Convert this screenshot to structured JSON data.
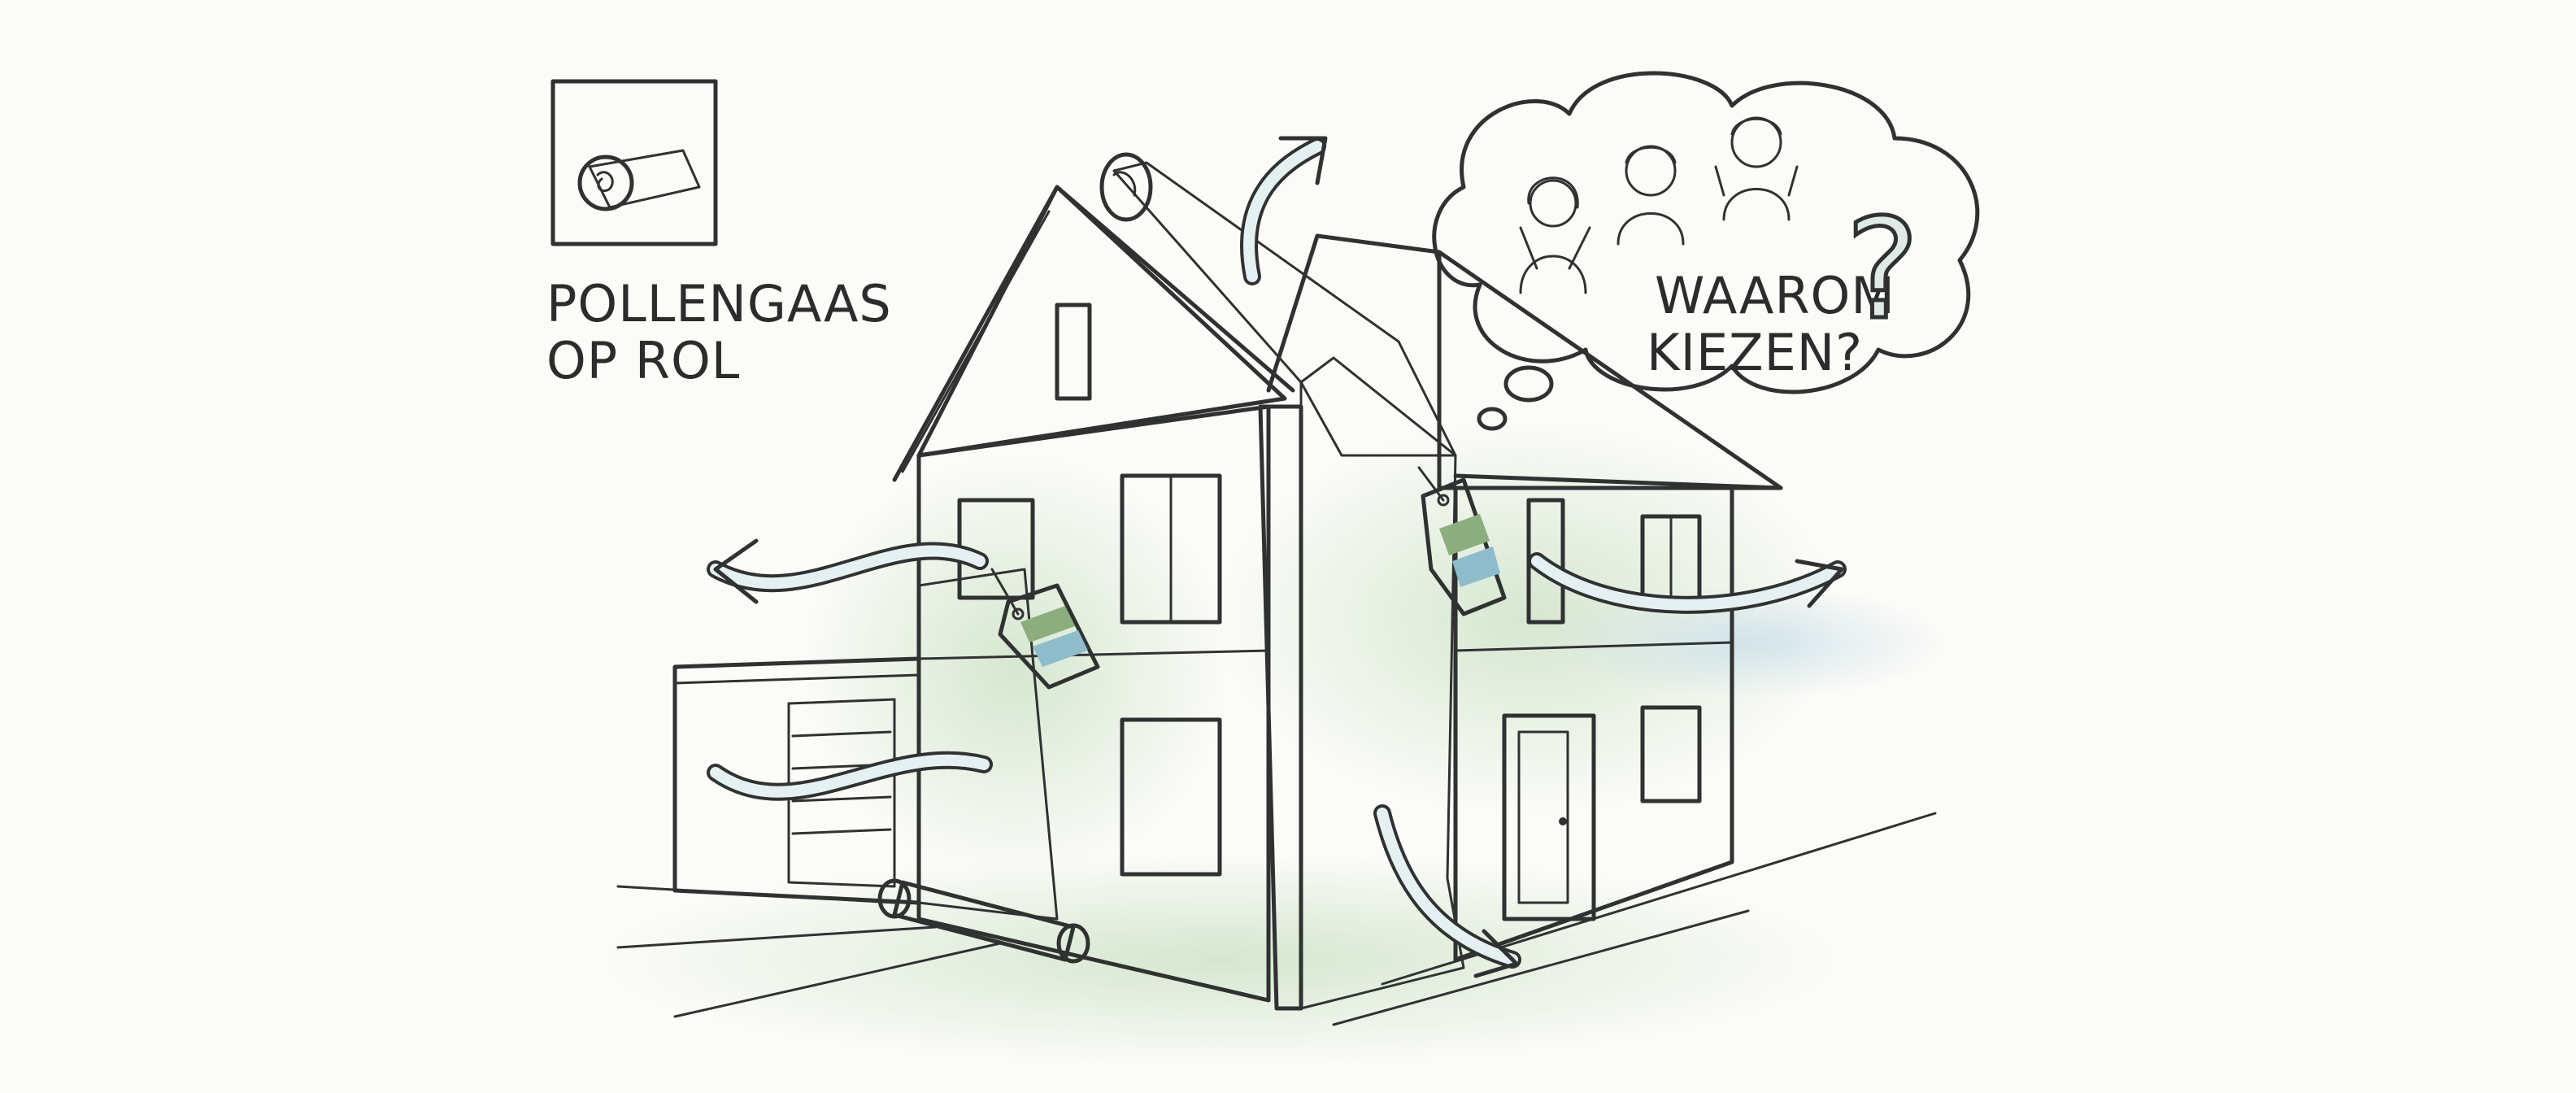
{
  "label_line1": "POLLENGAAS",
  "label_line2": "OP ROL",
  "bubble_line1": "WAAROM",
  "bubble_line2": "KIEZEN?",
  "question_mark": "?",
  "colors": {
    "ink": "#2f3231",
    "mesh": "#7d8380",
    "wash_green": "#cfe3c9",
    "wash_blue": "#cfe2ea",
    "tag_green": "#8cae7e",
    "tag_blue": "#8fbccb",
    "tag_cream": "#eeeede",
    "icon_bg": "#c7dcc0"
  },
  "icons": [
    "mesh-roll-icon",
    "airflow-arrow-icon",
    "price-tag-icon",
    "person-icon",
    "thought-bubble-icon"
  ]
}
